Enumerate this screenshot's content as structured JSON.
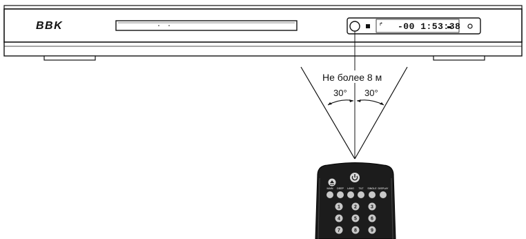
{
  "player": {
    "brand": "BBK",
    "display_text": "-00 1:53:38",
    "display_prefix": "-"
  },
  "diagram": {
    "distance_label": "Не более 8 м",
    "angle_left": "30°",
    "angle_right": "30°"
  },
  "remote": {
    "button_labels": [
      "MAIN",
      "DEEP",
      "LANG",
      "TILT",
      "SINGLE",
      "DISPLAY"
    ],
    "number_buttons": [
      "1",
      "2",
      "3",
      "4",
      "5",
      "6",
      "7",
      "8",
      "9"
    ]
  },
  "colors": {
    "line": "#111111",
    "remote_body": "#1c1c1c",
    "button_gray": "#c8c8c8"
  }
}
